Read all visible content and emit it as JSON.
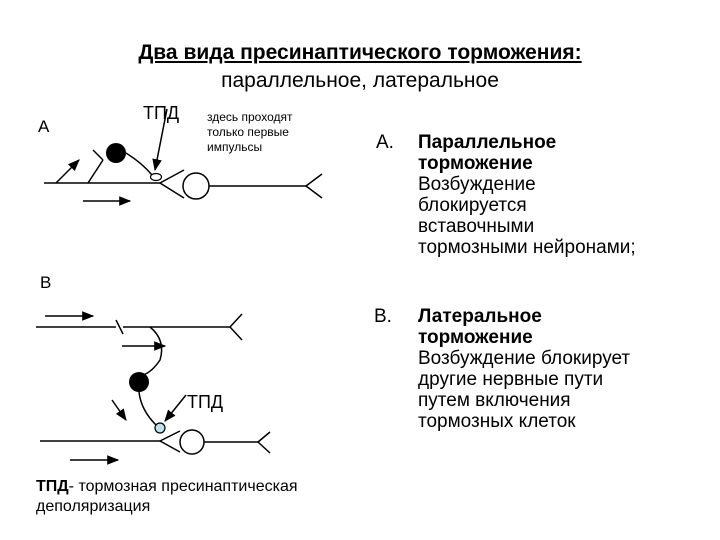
{
  "title": {
    "main": "Два вида пресинаптического торможения:",
    "sub": "параллельное, латеральное"
  },
  "diagram_a": {
    "letter": "А",
    "tpd_label": "ТПД",
    "note": [
      "здесь проходят",
      "только первые",
      "импульсы"
    ]
  },
  "diagram_b": {
    "letter": "В",
    "tpd_label": "ТПД"
  },
  "right": {
    "a": {
      "marker": "А.",
      "head": [
        "Параллельное",
        "торможение"
      ],
      "text": [
        "Возбуждение",
        "блокируется",
        "вставочными",
        "тормозными нейронами;"
      ]
    },
    "b": {
      "marker": "В.",
      "head": [
        "Латеральное",
        "торможение"
      ],
      "text": [
        "Возбуждение блокирует",
        "другие нервные пути",
        "путем включения",
        "тормозных клеток"
      ]
    }
  },
  "footnote": {
    "abbr": "ТПД",
    "rest": "- тормозная пресинаптическая",
    "line2": "деполяризация"
  }
}
